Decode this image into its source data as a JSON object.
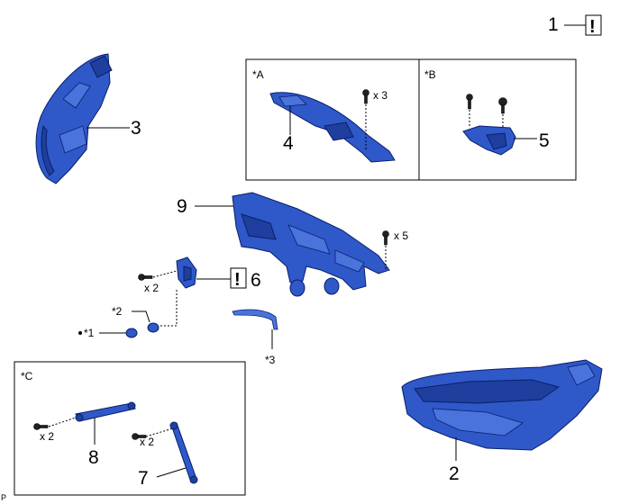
{
  "callouts": {
    "c1": "1",
    "c2": "2",
    "c3": "3",
    "c4": "4",
    "c5": "5",
    "c6": "6",
    "c7": "7",
    "c8": "8",
    "c9": "9"
  },
  "caution_mark": "!",
  "boxes": {
    "A": "*A",
    "B": "*B",
    "C": "*C"
  },
  "notes": {
    "n1": "*1",
    "n2": "*2",
    "n3": "*3"
  },
  "quantities": {
    "x3": "x 3",
    "x5": "x 5",
    "x2_bracket": "x 2",
    "x2_rod8": "x 2",
    "x2_rod7": "x 2"
  },
  "footer": "P"
}
